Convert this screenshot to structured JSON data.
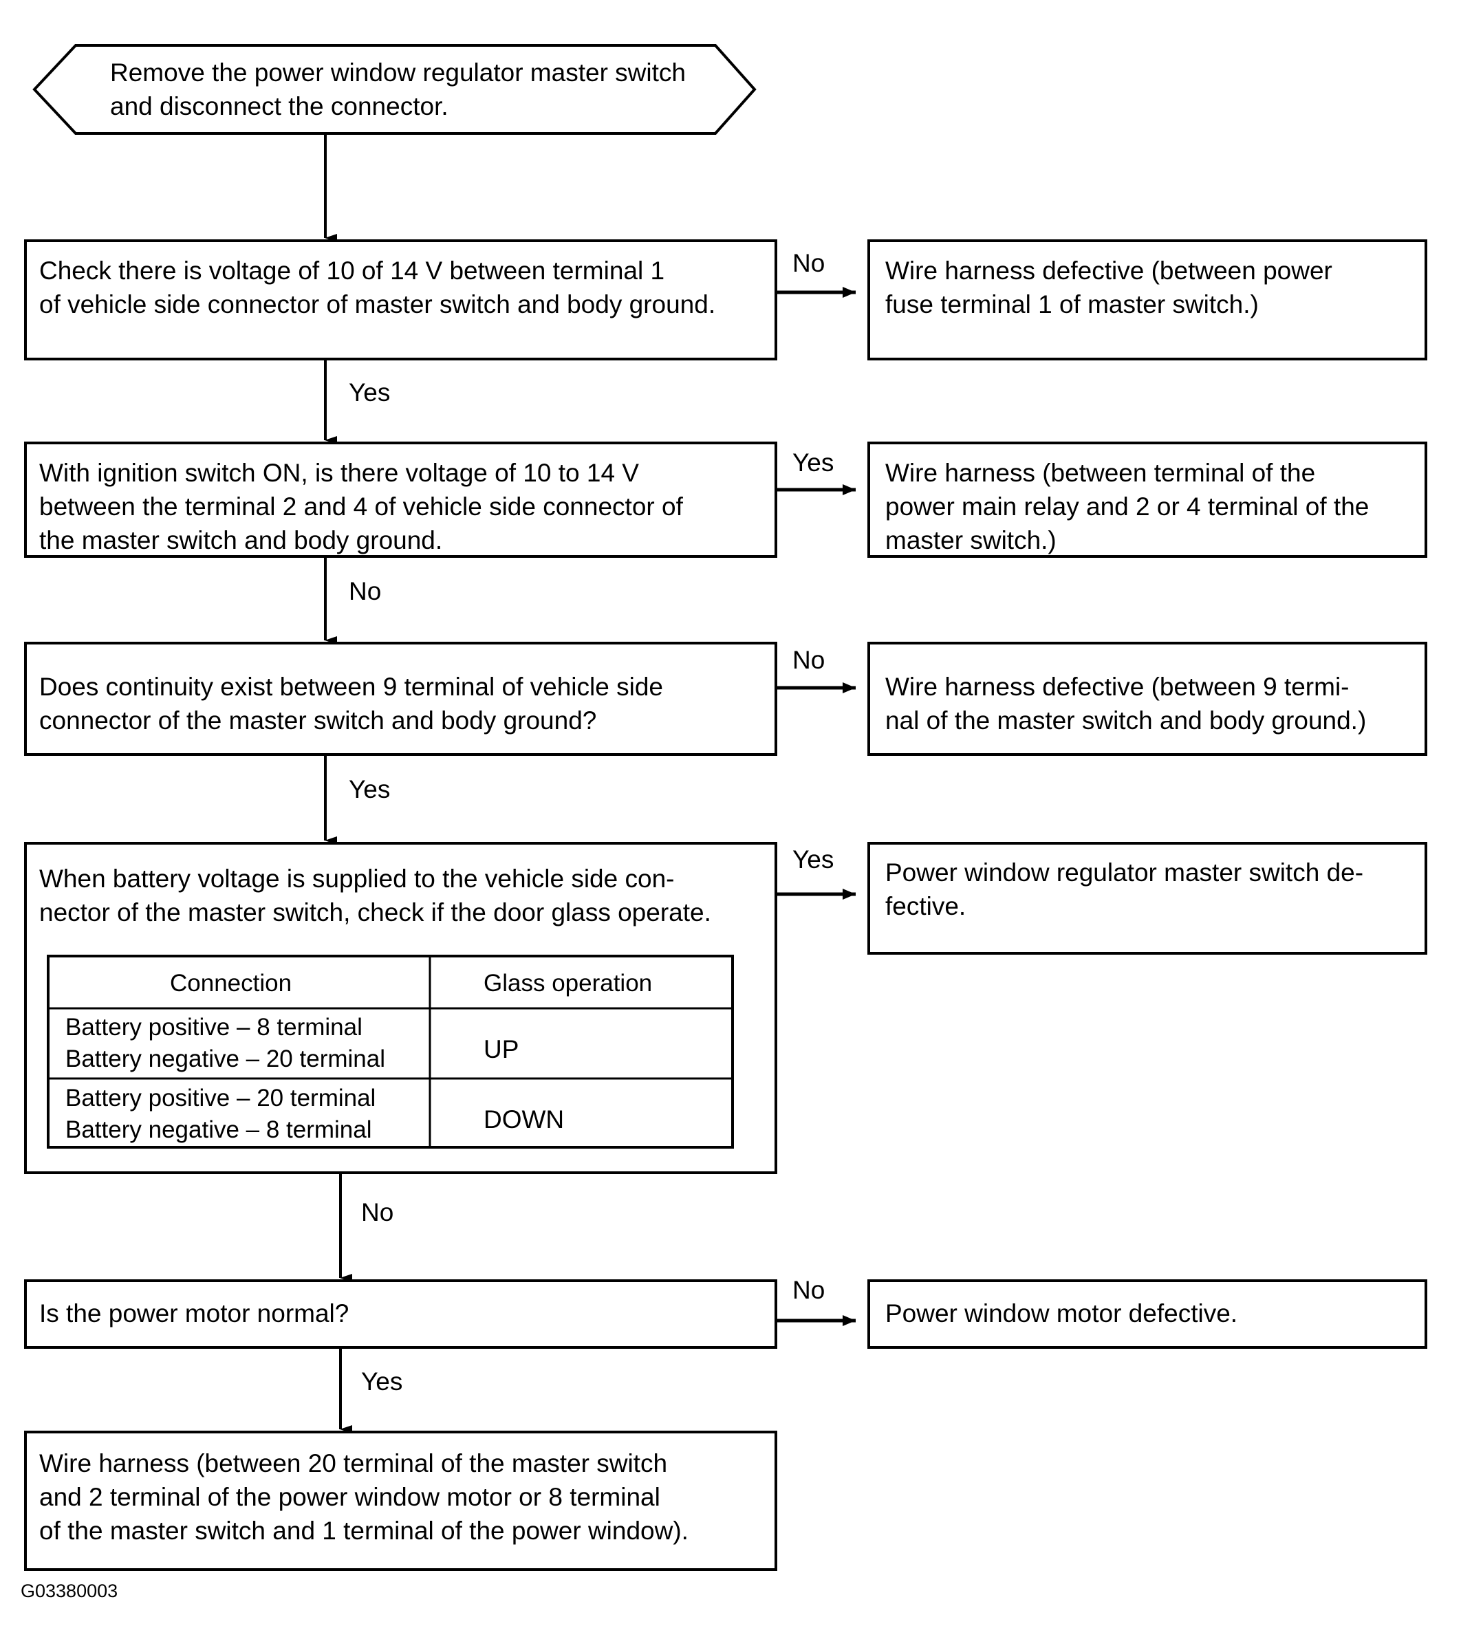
{
  "figure": {
    "id_label": "G03380003",
    "title": "Power window regulator master switch diagnostic flowchart"
  },
  "start": {
    "shape": "hexagon",
    "lines": [
      "Remove the power window regulator master switch",
      "and disconnect the connector."
    ]
  },
  "steps": [
    {
      "id": "step1",
      "question_lines": [
        "Check there is voltage of 10 of 14 V between terminal 1",
        "of vehicle side connector of master switch and body ground."
      ],
      "side_branch_label": "No",
      "side_result_lines": [
        "Wire harness defective (between power",
        "fuse terminal 1 of master switch.)"
      ],
      "down_branch_label": "Yes"
    },
    {
      "id": "step2",
      "question_lines": [
        "With ignition switch ON, is there voltage of 10 to 14 V",
        "between the terminal 2 and 4 of vehicle side connector of",
        "the master switch and body ground."
      ],
      "side_branch_label": "Yes",
      "side_result_lines": [
        "Wire harness (between terminal of the",
        "power main relay and 2 or 4 terminal of the",
        "master switch.)"
      ],
      "down_branch_label": "No"
    },
    {
      "id": "step3",
      "question_lines": [
        "Does continuity exist between 9 terminal of vehicle side",
        "connector of the master switch and body ground?"
      ],
      "side_branch_label": "No",
      "side_result_lines": [
        "Wire harness defective (between 9 termi-",
        "nal of the master switch and body ground.)"
      ],
      "down_branch_label": "Yes"
    },
    {
      "id": "step4",
      "question_lines": [
        "When battery voltage is supplied to the vehicle side con-",
        "nector of the master switch, check if the door glass operate."
      ],
      "side_branch_label": "Yes",
      "side_result_lines": [
        "Power window regulator master switch de-",
        "fective."
      ],
      "down_branch_label": "No"
    },
    {
      "id": "step5",
      "question_lines": [
        "Is the power motor normal?"
      ],
      "side_branch_label": "No",
      "side_result_lines": [
        "Power window motor defective."
      ],
      "down_branch_label": "Yes"
    }
  ],
  "inner_table": {
    "headers": [
      "Connection",
      "Glass operation"
    ],
    "rows": [
      {
        "connection_lines": [
          "Battery positive – 8 terminal",
          "Battery negative – 20 terminal"
        ],
        "operation": "UP"
      },
      {
        "connection_lines": [
          "Battery positive – 20 terminal",
          "Battery negative – 8 terminal"
        ],
        "operation": "DOWN"
      }
    ]
  },
  "final": {
    "lines": [
      "Wire harness (between 20 terminal of the master switch",
      "and 2 terminal of the power window motor or 8 terminal",
      "of the master switch and 1 terminal of the power window)."
    ]
  },
  "colors": {
    "stroke": "#000000",
    "fill": "#ffffff",
    "text": "#000000"
  }
}
